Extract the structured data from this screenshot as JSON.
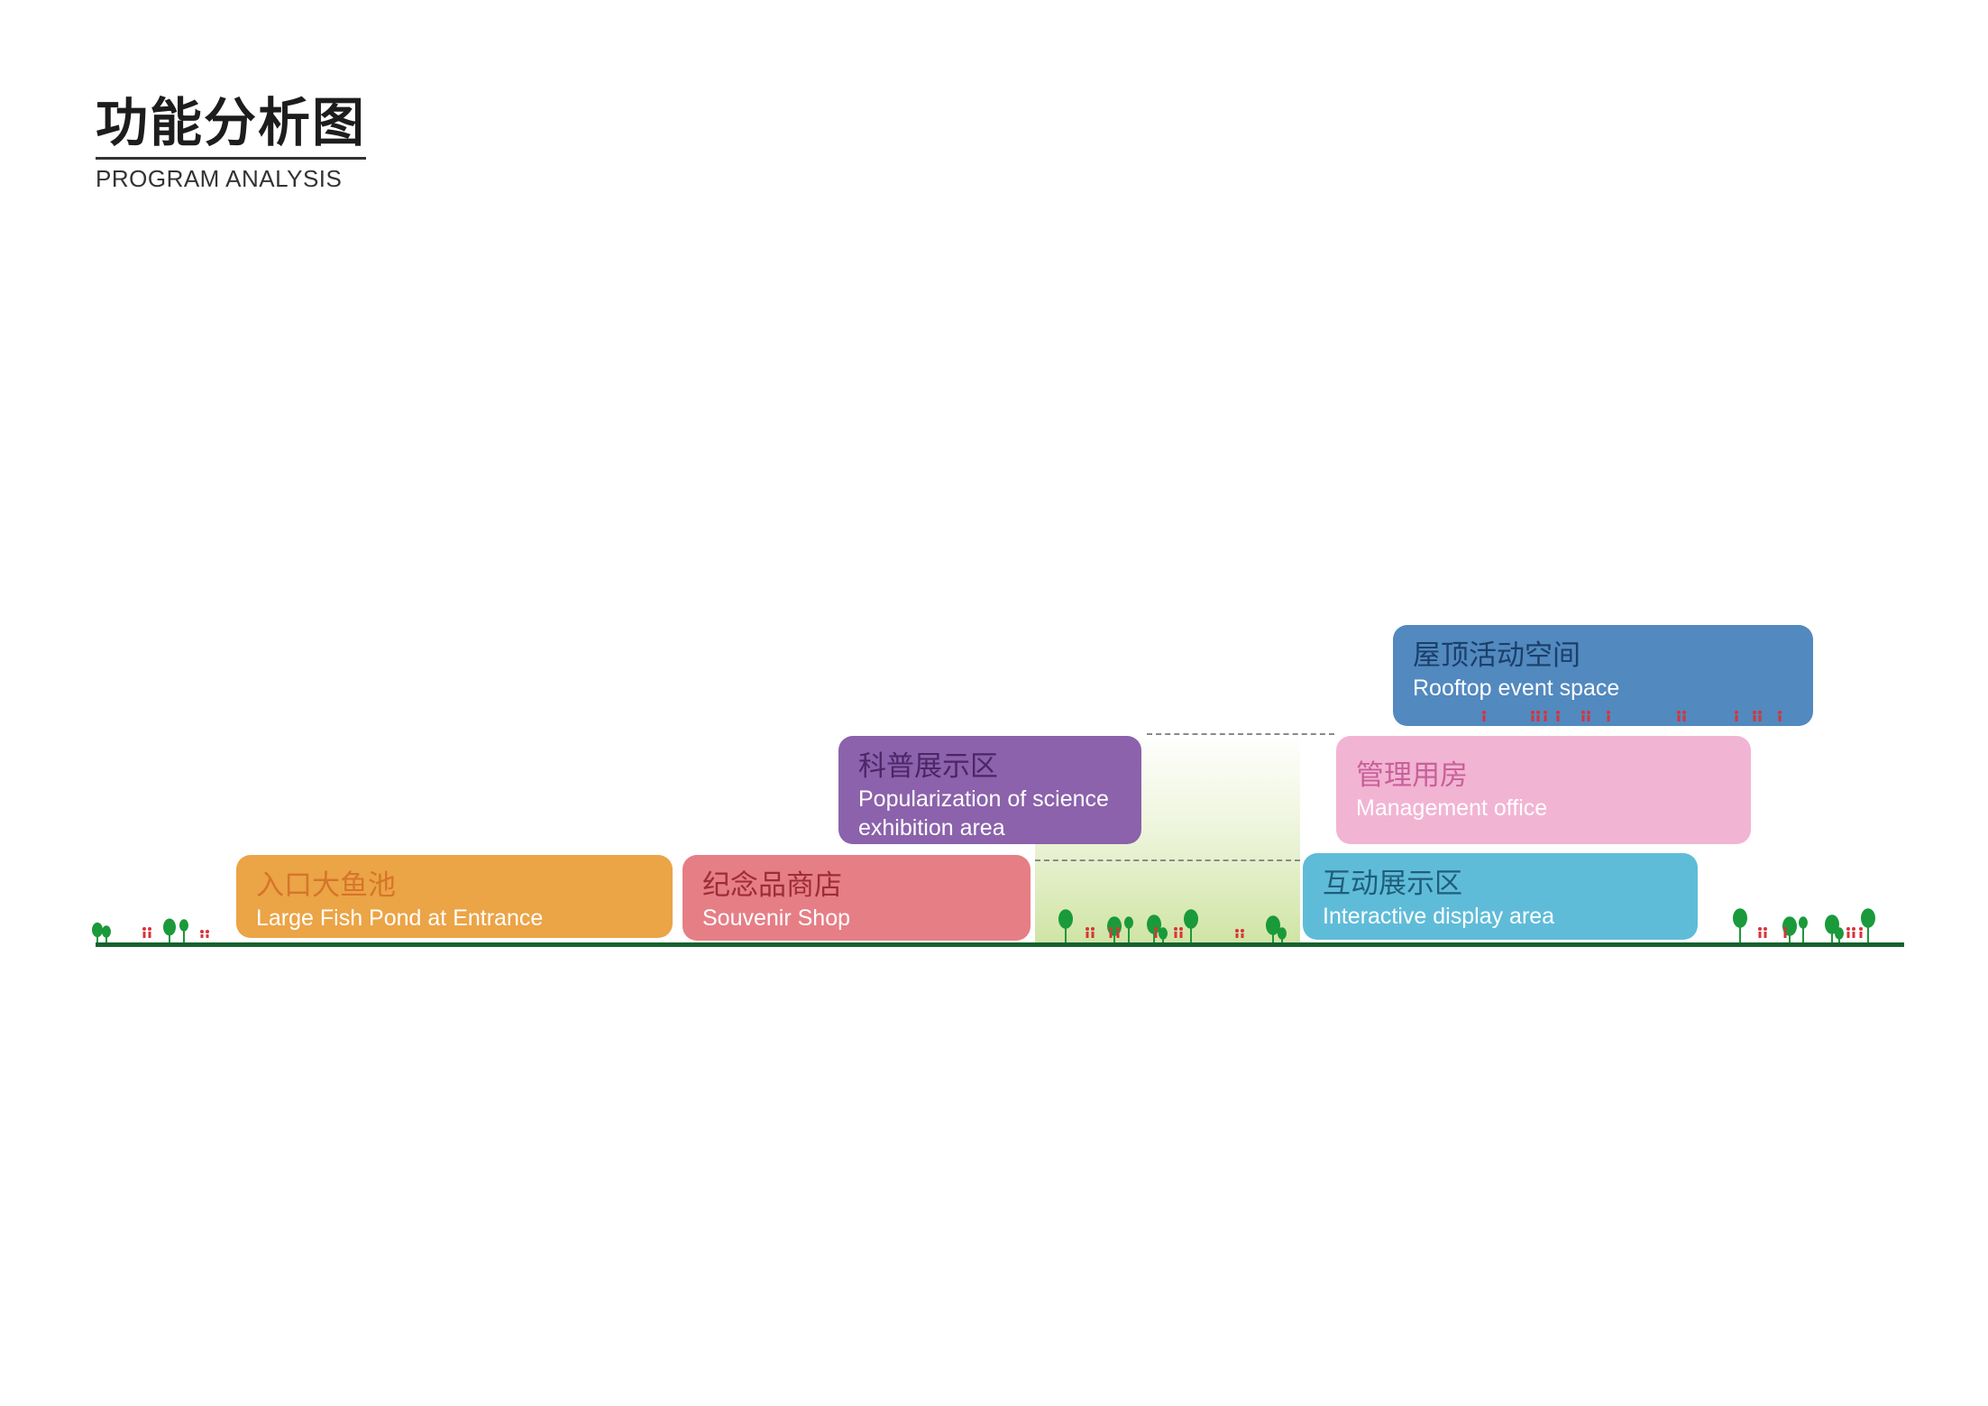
{
  "title": {
    "cn": "功能分析图",
    "en": "PROGRAM ANALYSIS"
  },
  "colors": {
    "ground": "#16622f",
    "tree": "#1a9a3a",
    "person": "#d8343a"
  },
  "zones": [
    {
      "id": "fish",
      "cn": "入口大鱼池",
      "en": "Large Fish Pond at Entrance",
      "fill": "#eba446",
      "label_color": "#d6752a"
    },
    {
      "id": "shop",
      "cn": "纪念品商店",
      "en": "Souvenir Shop",
      "fill": "#e67e86",
      "label_color": "#9e2c36"
    },
    {
      "id": "sci",
      "cn": "科普展示区",
      "en": "Popularization of science exhibition area",
      "fill": "#8b62ab",
      "label_color": "#4b2668"
    },
    {
      "id": "mgmt",
      "cn": "管理用房",
      "en": "Management office",
      "fill": "#f2b4d3",
      "label_color": "#c8609a"
    },
    {
      "id": "inter",
      "cn": "互动展示区",
      "en": "Interactive display area",
      "fill": "#5fbcd8",
      "label_color": "#1f5e7a"
    },
    {
      "id": "roof",
      "cn": "屋顶活动空间",
      "en": "Rooftop event space",
      "fill": "#5289bf",
      "label_color": "#1b3f6a"
    }
  ]
}
